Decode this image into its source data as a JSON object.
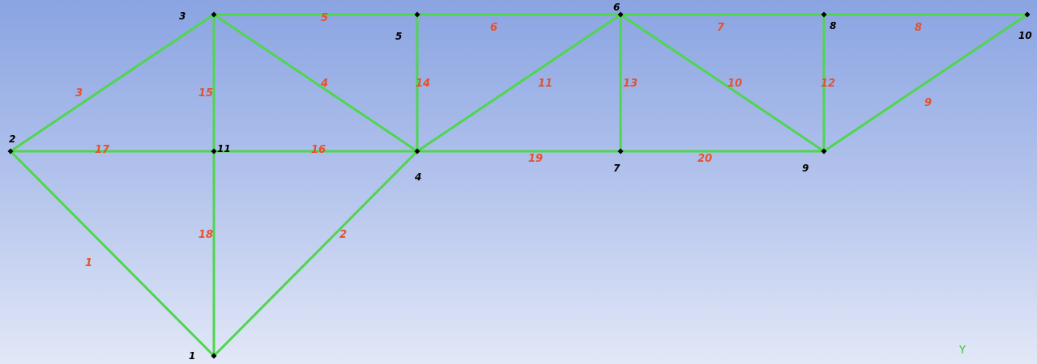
{
  "colors": {
    "member": "#4fd64f",
    "member_label": "#e8502c",
    "node_label": "#000000",
    "node_marker": "#000000",
    "axis_label": "#3fbf3f"
  },
  "axis": {
    "label": "Y"
  },
  "nodes": [
    {
      "id": "1"
    },
    {
      "id": "2"
    },
    {
      "id": "3"
    },
    {
      "id": "4"
    },
    {
      "id": "5"
    },
    {
      "id": "6"
    },
    {
      "id": "7"
    },
    {
      "id": "8"
    },
    {
      "id": "9"
    },
    {
      "id": "10"
    },
    {
      "id": "11"
    }
  ],
  "members": [
    {
      "id": "1",
      "from": "2",
      "to": "1"
    },
    {
      "id": "2",
      "from": "1",
      "to": "4"
    },
    {
      "id": "3",
      "from": "2",
      "to": "3"
    },
    {
      "id": "4",
      "from": "3",
      "to": "4"
    },
    {
      "id": "5",
      "from": "3",
      "to": "5"
    },
    {
      "id": "6",
      "from": "5",
      "to": "6"
    },
    {
      "id": "7",
      "from": "6",
      "to": "8"
    },
    {
      "id": "8",
      "from": "8",
      "to": "10"
    },
    {
      "id": "9",
      "from": "9",
      "to": "10"
    },
    {
      "id": "10",
      "from": "6",
      "to": "9"
    },
    {
      "id": "11",
      "from": "4",
      "to": "6"
    },
    {
      "id": "12",
      "from": "8",
      "to": "9"
    },
    {
      "id": "13",
      "from": "6",
      "to": "7"
    },
    {
      "id": "14",
      "from": "5",
      "to": "4"
    },
    {
      "id": "15",
      "from": "3",
      "to": "11"
    },
    {
      "id": "16",
      "from": "11",
      "to": "4"
    },
    {
      "id": "17",
      "from": "2",
      "to": "11"
    },
    {
      "id": "18",
      "from": "11",
      "to": "1"
    },
    {
      "id": "19",
      "from": "4",
      "to": "7"
    },
    {
      "id": "20",
      "from": "7",
      "to": "9"
    }
  ]
}
